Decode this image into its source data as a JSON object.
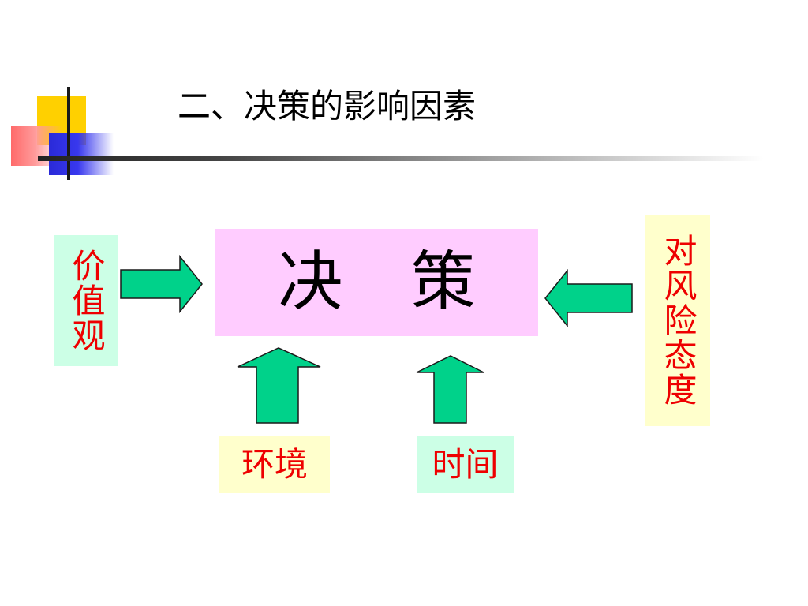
{
  "slide": {
    "title": "二、决策的影响因素",
    "center": "决 策",
    "factors": {
      "left": "价值观",
      "right": "对风险态度",
      "bottom_left": "环境",
      "bottom_right": "时间"
    }
  },
  "colors": {
    "center_box": "#ffccff",
    "mint_box": "#ccffe6",
    "cream_box": "#ffffcc",
    "factor_text": "#ee0000",
    "arrow_fill": "#00d28a"
  },
  "icons": [
    "right-arrow-icon",
    "left-arrow-icon",
    "up-arrow-icon"
  ]
}
